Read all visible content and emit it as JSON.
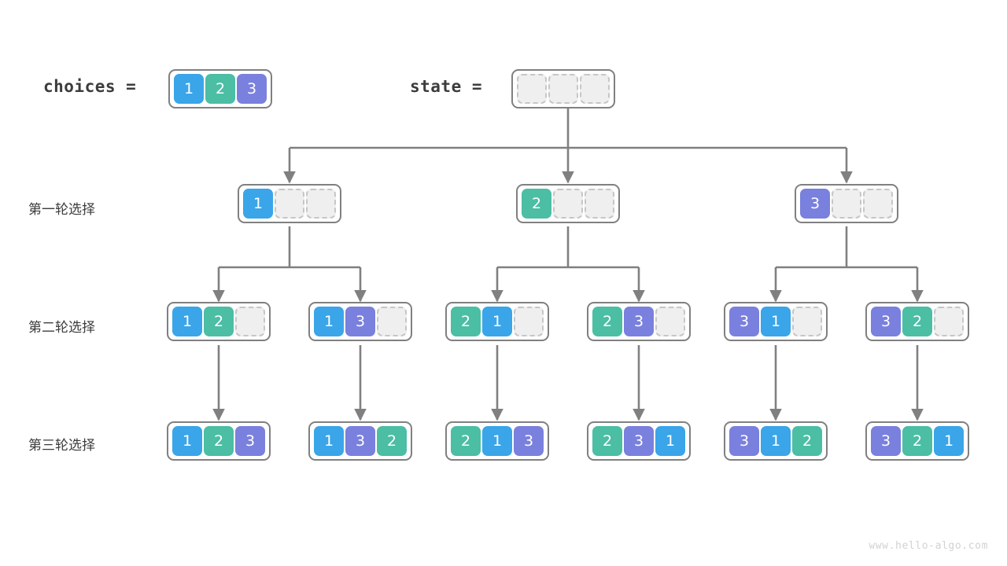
{
  "diagram": {
    "title": "permutation-backtracking-tree",
    "watermark": "www.hello-algo.com",
    "colors": {
      "value_1": "#3aa5e8",
      "value_2": "#4bbea4",
      "value_3": "#7a80dd",
      "empty_cell": "#efefef",
      "empty_border": "#c6c6c6",
      "box_border": "#808080",
      "edge": "#808080",
      "text": "#3c3c3c",
      "watermark": "#d2d2d2"
    }
  },
  "header": {
    "choices_label": "choices =",
    "choices_cells": [
      "1",
      "2",
      "3"
    ],
    "state_label": "state =",
    "state_cells": [
      "",
      "",
      ""
    ]
  },
  "rows": [
    {
      "label": "第一轮选择",
      "nodes": [
        {
          "cells": [
            "1",
            "",
            ""
          ]
        },
        {
          "cells": [
            "2",
            "",
            ""
          ]
        },
        {
          "cells": [
            "3",
            "",
            ""
          ]
        }
      ]
    },
    {
      "label": "第二轮选择",
      "nodes": [
        {
          "cells": [
            "1",
            "2",
            ""
          ]
        },
        {
          "cells": [
            "1",
            "3",
            ""
          ]
        },
        {
          "cells": [
            "2",
            "1",
            ""
          ]
        },
        {
          "cells": [
            "2",
            "3",
            ""
          ]
        },
        {
          "cells": [
            "3",
            "1",
            ""
          ]
        },
        {
          "cells": [
            "3",
            "2",
            ""
          ]
        }
      ]
    },
    {
      "label": "第三轮选择",
      "nodes": [
        {
          "cells": [
            "1",
            "2",
            "3"
          ]
        },
        {
          "cells": [
            "1",
            "3",
            "2"
          ]
        },
        {
          "cells": [
            "2",
            "1",
            "3"
          ]
        },
        {
          "cells": [
            "2",
            "3",
            "1"
          ]
        },
        {
          "cells": [
            "3",
            "1",
            "2"
          ]
        },
        {
          "cells": [
            "3",
            "2",
            "1"
          ]
        }
      ]
    }
  ]
}
